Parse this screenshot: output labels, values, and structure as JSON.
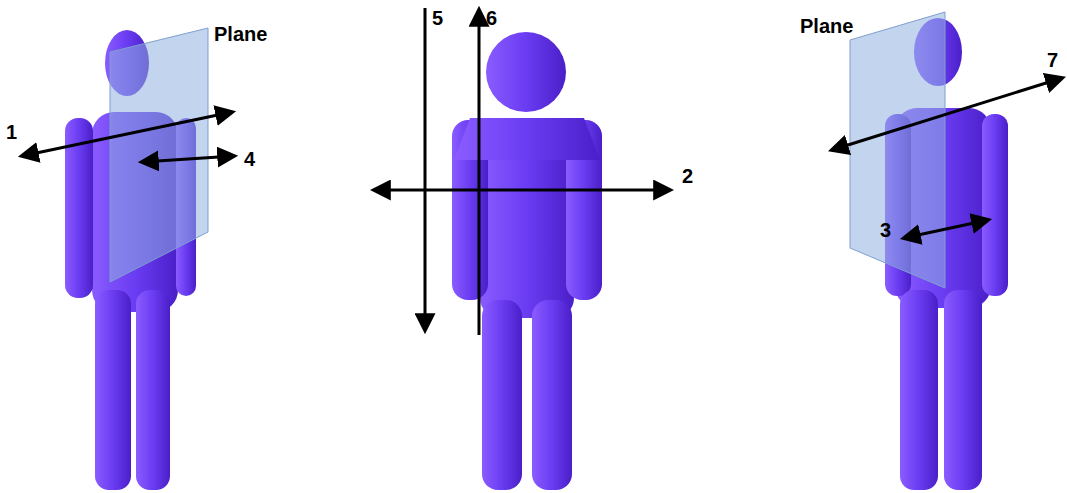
{
  "diagram": {
    "labels": [
      "Plane",
      "1",
      "4",
      "5",
      "6",
      "2",
      "Plane",
      "7",
      "3"
    ]
  }
}
